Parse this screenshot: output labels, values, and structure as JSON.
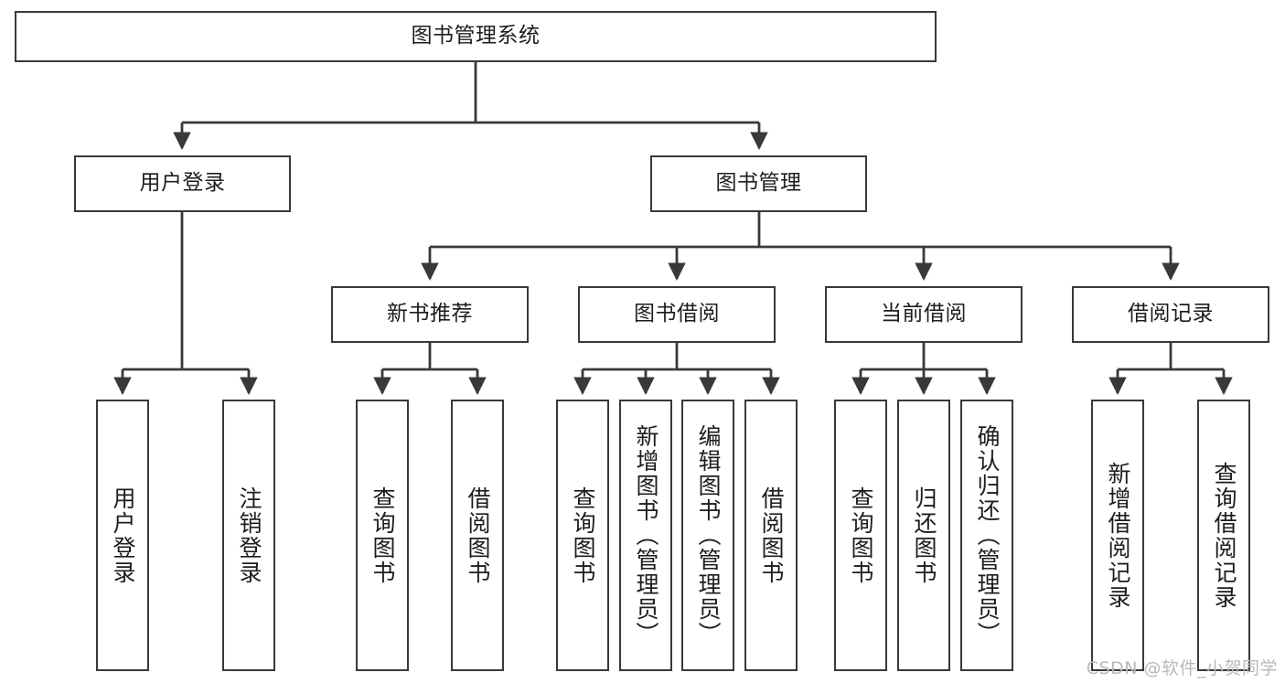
{
  "diagram": {
    "title": "图书管理系统",
    "type": "tree",
    "watermark": "CSDN @软件_小贺同学",
    "colors": {
      "stroke": "#39393b",
      "text": "#1d1d1f",
      "background": "#ffffff",
      "watermark": "#b9b9bb"
    },
    "root": {
      "label": "图书管理系统"
    },
    "level2": [
      {
        "label": "用户登录"
      },
      {
        "label": "图书管理"
      }
    ],
    "level3": [
      {
        "label": "新书推荐"
      },
      {
        "label": "图书借阅"
      },
      {
        "label": "当前借阅"
      },
      {
        "label": "借阅记录"
      }
    ],
    "leaves": {
      "user_login": [
        {
          "label": "用户登录"
        },
        {
          "label": "注销登录"
        }
      ],
      "new_book_recommend": [
        {
          "label": "查询图书"
        },
        {
          "label": "借阅图书"
        }
      ],
      "book_borrow": [
        {
          "label": "查询图书"
        },
        {
          "label": "新增图书（管理员）"
        },
        {
          "label": "编辑图书（管理员）"
        },
        {
          "label": "借阅图书"
        }
      ],
      "current_borrow": [
        {
          "label": "查询图书"
        },
        {
          "label": "归还图书"
        },
        {
          "label": "确认归还（管理员）"
        }
      ],
      "borrow_record": [
        {
          "label": "新增借阅记录"
        },
        {
          "label": "查询借阅记录"
        }
      ]
    }
  }
}
